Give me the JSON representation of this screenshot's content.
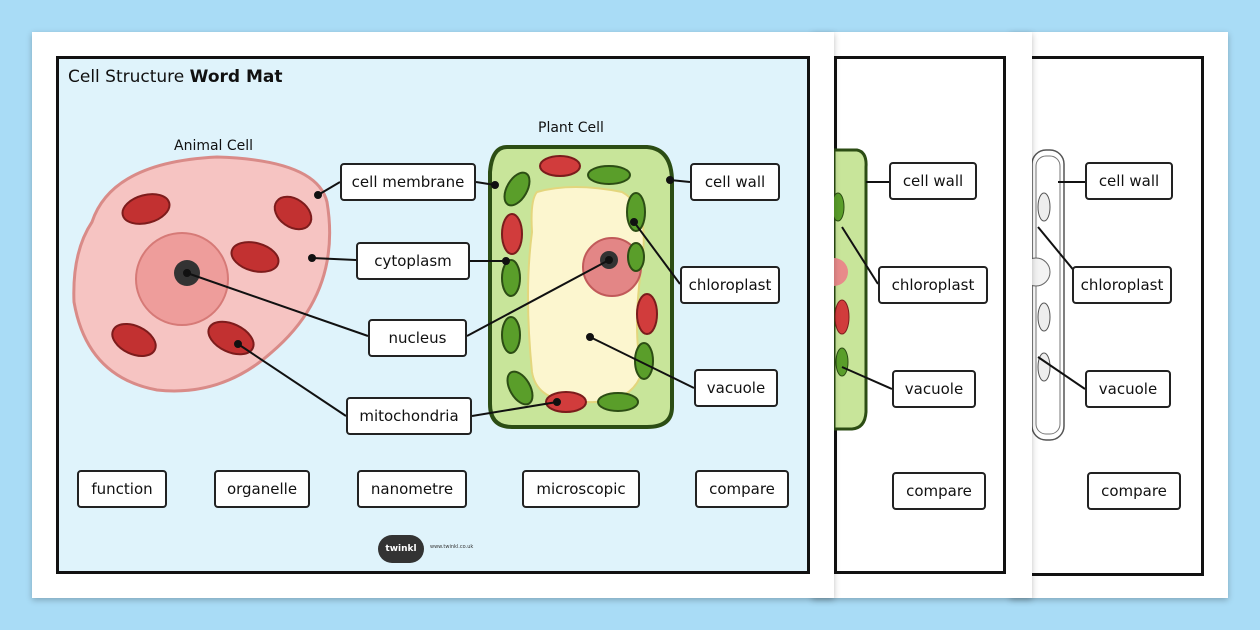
{
  "sheet1": {
    "title_plain": "Cell Structure ",
    "title_bold": "Word Mat",
    "animal_cell_heading": "Animal Cell",
    "plant_cell_heading": "Plant Cell",
    "labels": {
      "cell_membrane": "cell membrane",
      "cytoplasm": "cytoplasm",
      "nucleus": "nucleus",
      "mitochondria": "mitochondria",
      "cell_wall": "cell wall",
      "chloroplast": "chloroplast",
      "vacuole": "vacuole"
    },
    "words": [
      "function",
      "organelle",
      "nanometre",
      "microscopic",
      "compare"
    ],
    "logo_text": "twinkl",
    "logo_url": "www.twinkl.co.uk"
  },
  "sheet2": {
    "labels": {
      "cell_wall": "cell wall",
      "chloroplast": "chloroplast",
      "vacuole": "vacuole"
    },
    "word": "compare"
  },
  "sheet3": {
    "labels": {
      "cell_wall": "cell wall",
      "chloroplast": "chloroplast",
      "vacuole": "vacuole"
    },
    "word": "compare"
  },
  "colors": {
    "background": "#a9dcf6",
    "sheet1_fill": "#dff3fb",
    "animal_cell": "#f6c4c2",
    "mitochondria": "#d13c3c",
    "plant_wall": "#c8e59a",
    "chloroplast": "#5a9e2a",
    "vacuole": "#fcf6cf"
  }
}
